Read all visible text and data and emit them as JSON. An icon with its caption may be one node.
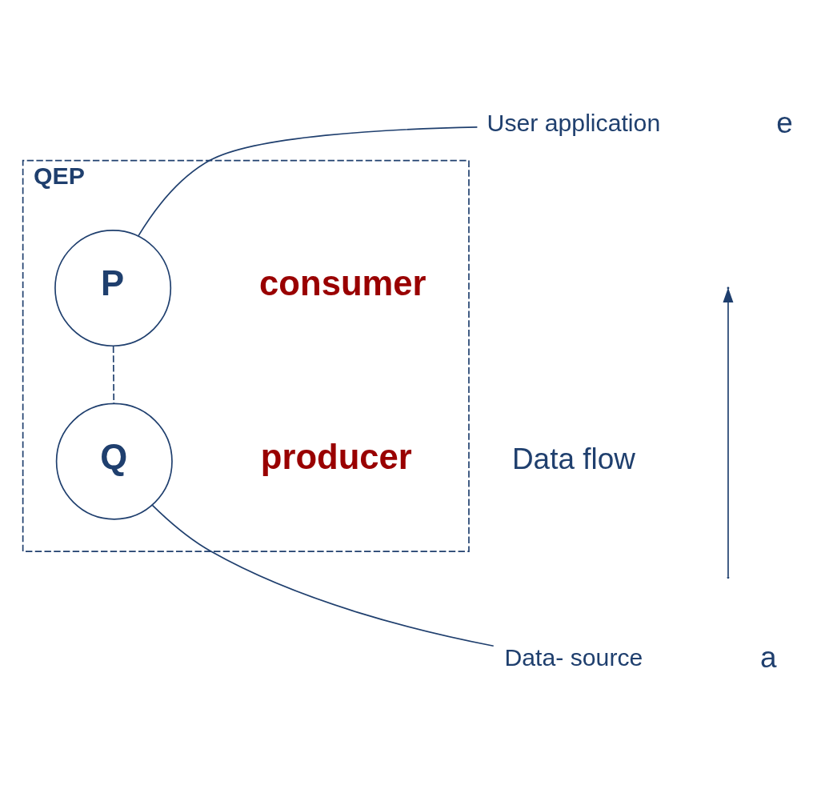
{
  "diagram": {
    "nodes": [
      {
        "text": [
          "User application"
        ]
      },
      {
        "text": [
          "QEP"
        ]
      },
      {
        "text": [
          "P"
        ],
        "in": 1,
        "beside": [
          "consumer"
        ]
      },
      {
        "text": [
          "Q"
        ],
        "in": 1,
        "beside": [
          "producer"
        ]
      },
      {
        "text": [
          "Data- source"
        ]
      }
    ],
    "edges": [
      {
        "from": 0,
        "to": 2,
        "arrow": "none"
      },
      {
        "from": 2,
        "to": 3,
        "arrow": "none",
        "style": "dashed"
      },
      {
        "from": 3,
        "to": 4,
        "arrow": "none"
      }
    ],
    "labels": [
      "e",
      "Data flow",
      "a"
    ]
  }
}
